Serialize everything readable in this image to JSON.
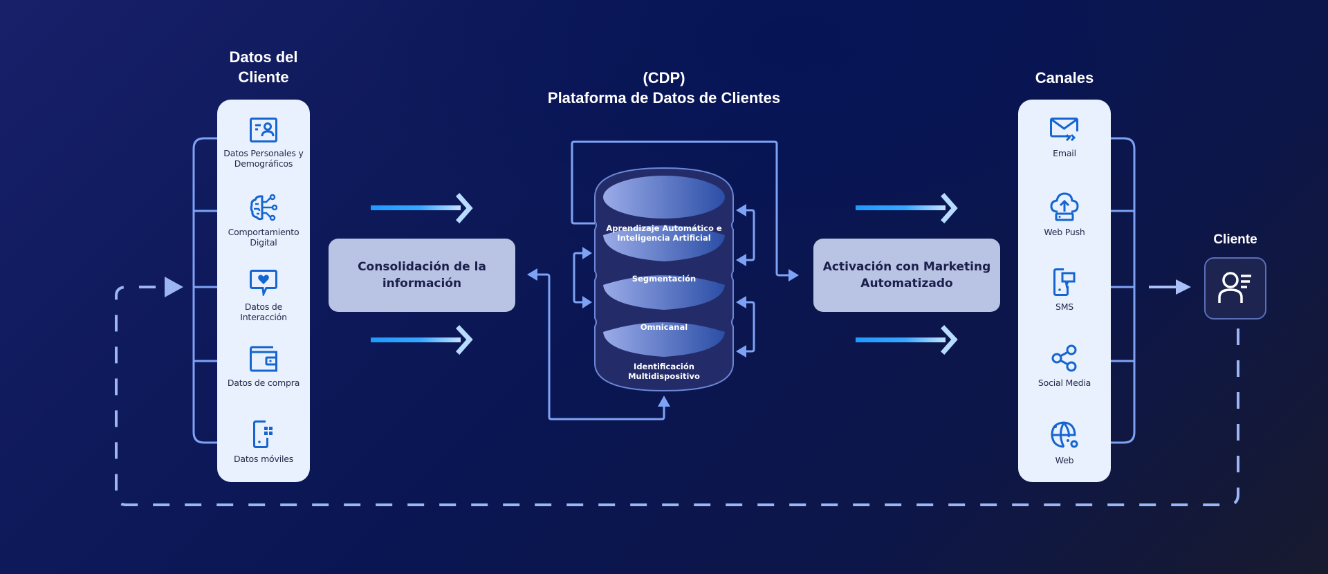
{
  "left_section": {
    "title_line1": "Datos del",
    "title_line2": "Cliente",
    "items": [
      {
        "icon": "id-card-icon",
        "label_line1": "Datos Personales y",
        "label_line2": "Demográficos"
      },
      {
        "icon": "brain-circuit-icon",
        "label_line1": "Comportamiento",
        "label_line2": "Digital"
      },
      {
        "icon": "heart-chat-icon",
        "label_line1": "Datos de",
        "label_line2": "Interacción"
      },
      {
        "icon": "wallet-icon",
        "label_line1": "Datos de compra",
        "label_line2": ""
      },
      {
        "icon": "mobile-apps-icon",
        "label_line1": "Datos móviles",
        "label_line2": ""
      }
    ]
  },
  "consolidation_box": {
    "line1": "Consolidación de la",
    "line2": "información"
  },
  "cdp": {
    "title_line1": "(CDP)",
    "title_line2": "Plataforma de Datos de Clientes",
    "layers": [
      {
        "line1": "Aprendizaje Automático e",
        "line2": "Inteligencia Artificial"
      },
      {
        "line1": "Segmentación",
        "line2": ""
      },
      {
        "line1": "Omnicanal",
        "line2": ""
      },
      {
        "line1": "Identificación",
        "line2": "Multidispositivo"
      }
    ]
  },
  "activation_box": {
    "line1": "Activación con Marketing",
    "line2": "Automatizado"
  },
  "right_section": {
    "title": "Canales",
    "items": [
      {
        "icon": "email-icon",
        "label": "Email"
      },
      {
        "icon": "cloud-upload-icon",
        "label": "Web Push"
      },
      {
        "icon": "sms-phone-icon",
        "label": "SMS"
      },
      {
        "icon": "share-icon",
        "label": "Social Media"
      },
      {
        "icon": "globe-icon",
        "label": "Web"
      }
    ]
  },
  "client": {
    "title": "Cliente",
    "icon": "user-profile-icon"
  },
  "colors": {
    "connector": "#7ea3f5",
    "panel_bg": "#e9f1fe",
    "box_bg": "#b9c3e3",
    "icon_blue": "#1565d0",
    "arrow_gradient_start": "#1e9bff",
    "arrow_gradient_end": "#b8dcff"
  }
}
